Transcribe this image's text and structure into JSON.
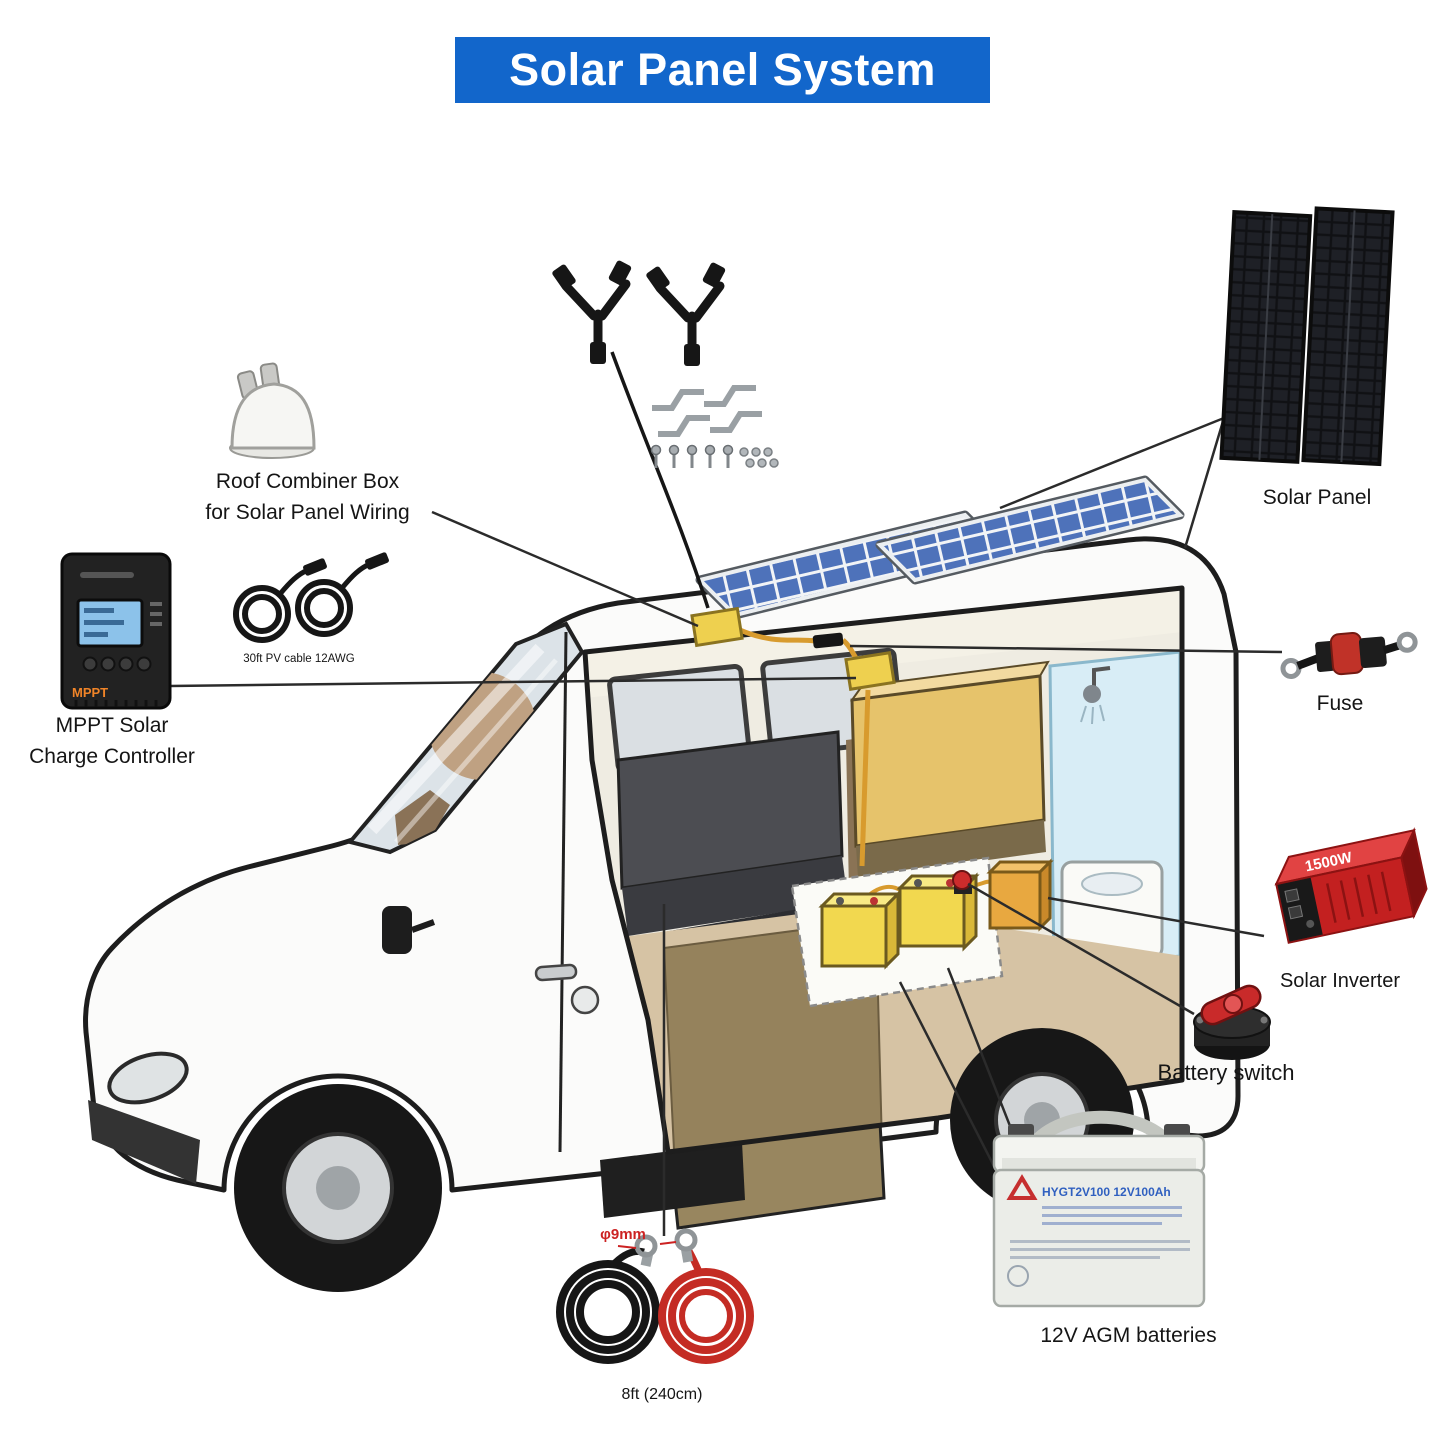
{
  "title": "Solar Panel System",
  "colors": {
    "banner_blue": "#1266cb",
    "accent_red": "#cc2222",
    "panel_cell_blue": "#4e72ba",
    "wire_orange": "#d89b2e",
    "battery_yellow": "#f2d84f"
  },
  "components": {
    "solar_panel": {
      "label": "Solar Panel"
    },
    "roof_combiner": {
      "label_line1": "Roof Combiner Box",
      "label_line2": "for Solar Panel Wiring"
    },
    "charge_controller": {
      "label_line1": "MPPT Solar",
      "label_line2": "Charge Controller",
      "device_badge": "MPPT"
    },
    "pv_cable": {
      "label": "30ft PV cable 12AWG"
    },
    "fuse": {
      "label": "Fuse"
    },
    "inverter": {
      "label": "Solar Inverter",
      "device_text": "1500W"
    },
    "battery_switch": {
      "label": "Battery switch"
    },
    "agm_battery": {
      "label": "12V AGM batteries",
      "device_text": "HYGT2V100 12V100Ah"
    },
    "battery_cable": {
      "diameter_label": "φ9mm",
      "length_label": "8ft  (240cm)"
    }
  }
}
